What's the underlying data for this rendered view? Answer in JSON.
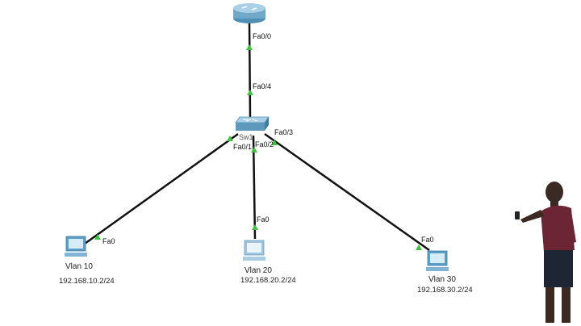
{
  "topology": {
    "router": {
      "port_up": "Fa0/0"
    },
    "switch": {
      "name": "Sw1",
      "port_router": "Fa0/4",
      "port_pc1": "Fa0/1",
      "port_pc2": "Fa0/2",
      "port_pc3": "Fa0/3"
    },
    "pcs": [
      {
        "name": "Vlan 10",
        "ip": "192.168.10.2/24",
        "port": "Fa0"
      },
      {
        "name": "Vlan 20",
        "ip": "192.168.20.2/24",
        "port": "Fa0"
      },
      {
        "name": "Vlan 30",
        "ip": "192.168.30.2/24",
        "port": "Fa0"
      }
    ]
  },
  "colors": {
    "link": "#111111",
    "link_status": "#3cc43c",
    "device_blue": "#5aa0c8",
    "router_blue": "#6fa8c8"
  }
}
